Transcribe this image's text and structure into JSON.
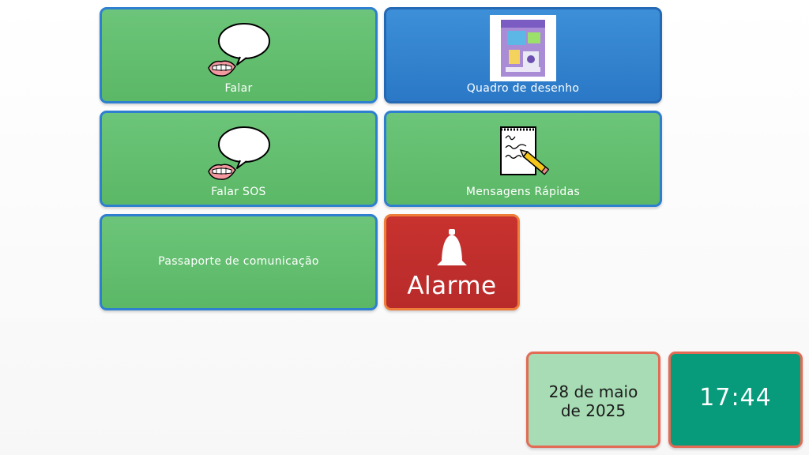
{
  "tiles": {
    "falar": {
      "label": "Falar",
      "icon": "speech-mouth-icon"
    },
    "quadro": {
      "label": "Quadro de desenho",
      "icon": "drawing-board-box-icon"
    },
    "falar_sos": {
      "label": "Falar SOS",
      "icon": "speech-mouth-icon"
    },
    "mensagens": {
      "label": "Mensagens Rápidas",
      "icon": "notepad-pencil-icon"
    },
    "passaporte": {
      "label": "Passaporte de comunicação"
    },
    "alarme": {
      "label": "Alarme",
      "icon": "bell-icon"
    }
  },
  "status": {
    "date_line1": "28 de maio",
    "date_line2": "de 2025",
    "time": "17:44"
  },
  "colors": {
    "green_tile": "#5bb866",
    "blue_tile": "#2a78c6",
    "red_tile": "#b82b2a",
    "date_tile": "#a8dcb5",
    "time_tile": "#079b7c",
    "tile_border_blue": "#2f7fd0",
    "tile_border_orange": "#e36b55"
  }
}
